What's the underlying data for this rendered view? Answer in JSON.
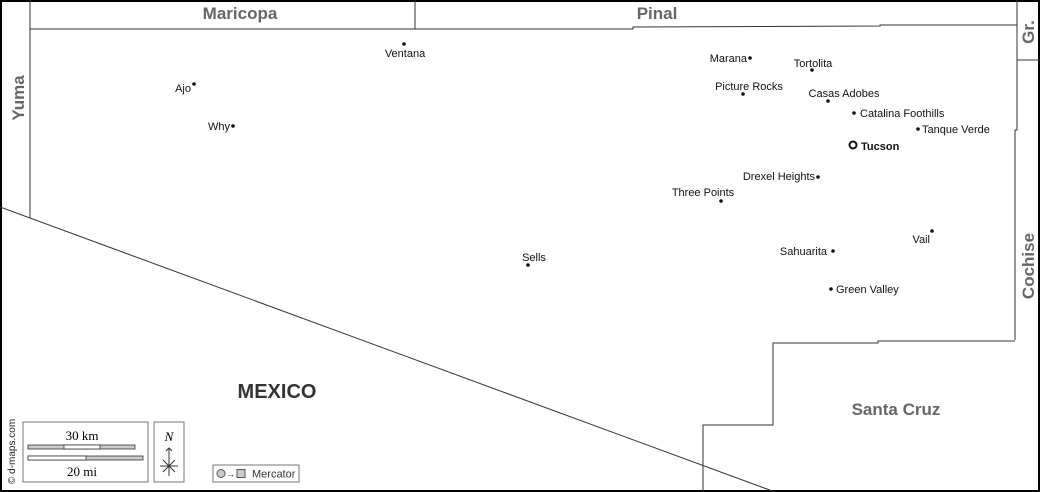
{
  "regions": {
    "maricopa": "Maricopa",
    "pinal": "Pinal",
    "yuma": "Yuma",
    "graham": "Gr.",
    "cochise": "Cochise",
    "santa_cruz": "Santa Cruz",
    "mexico": "MEXICO"
  },
  "cities": [
    {
      "name": "Ventana"
    },
    {
      "name": "Ajo"
    },
    {
      "name": "Why"
    },
    {
      "name": "Marana"
    },
    {
      "name": "Tortolita"
    },
    {
      "name": "Picture Rocks"
    },
    {
      "name": "Casas Adobes"
    },
    {
      "name": "Catalina Foothills"
    },
    {
      "name": "Tanque Verde"
    },
    {
      "name": "Tucson"
    },
    {
      "name": "Drexel Heights"
    },
    {
      "name": "Three Points"
    },
    {
      "name": "Vail"
    },
    {
      "name": "Sahuarita"
    },
    {
      "name": "Sells"
    },
    {
      "name": "Green Valley"
    }
  ],
  "scale": {
    "km": "30 km",
    "mi": "20 mi"
  },
  "north": "N",
  "projection": "Mercator",
  "credit": "© d-maps.com"
}
